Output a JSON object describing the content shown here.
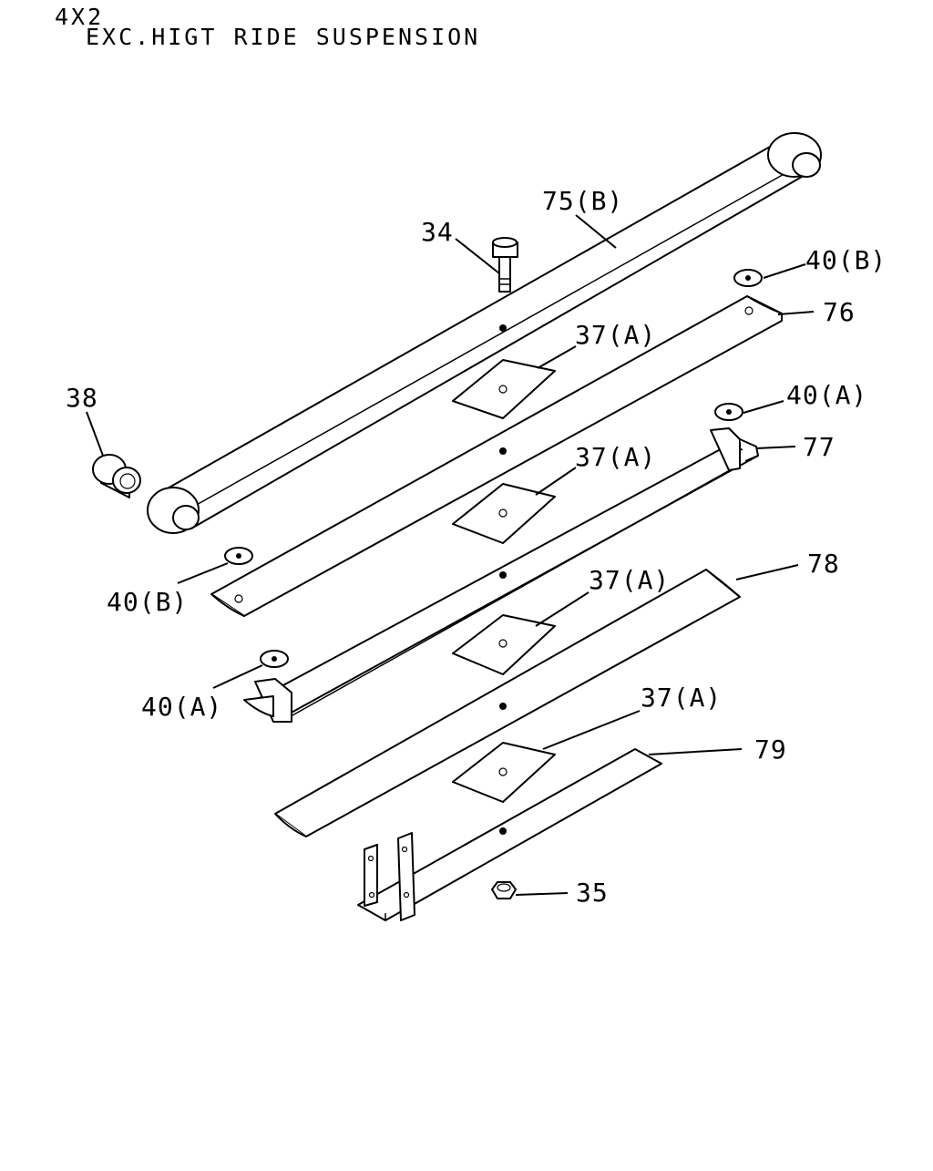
{
  "header": {
    "config": "4X2",
    "variant": "EXC.HIGT RIDE SUSPENSION"
  },
  "callouts": {
    "c75b": "75(B)",
    "c34": "34",
    "c40b_top": "40(B)",
    "c76": "76",
    "c37a_1": "37(A)",
    "c38": "38",
    "c40a_top": "40(A)",
    "c77": "77",
    "c37a_2": "37(A)",
    "c40b_left": "40(B)",
    "c37a_3": "37(A)",
    "c78": "78",
    "c40a_left": "40(A)",
    "c37a_4": "37(A)",
    "c79": "79",
    "c35": "35"
  }
}
